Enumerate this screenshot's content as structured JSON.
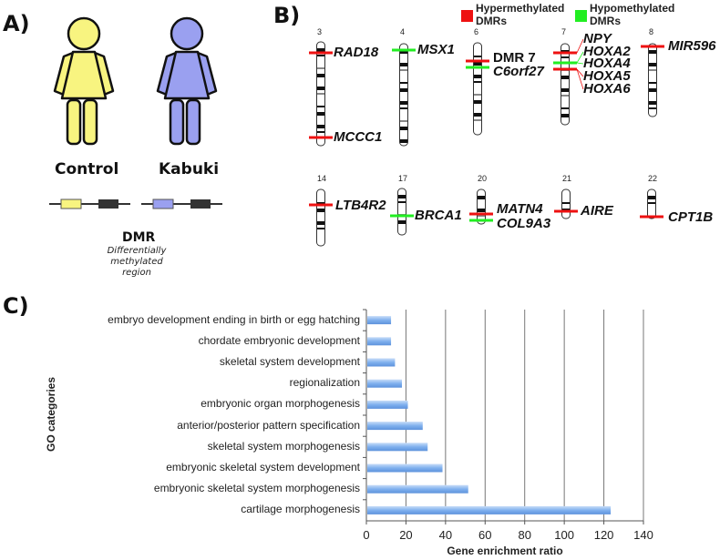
{
  "panels": {
    "a": "A)",
    "b": "B)",
    "c": "C)"
  },
  "panel_a": {
    "control_label": "Control",
    "kabuki_label": "Kabuki",
    "dmr_title": "DMR",
    "dmr_subtitle": [
      "Differentially",
      "methylated",
      "region"
    ],
    "colors": {
      "control": "#f8f480",
      "kabuki": "#9aa0f0",
      "dark_block": "#333333"
    }
  },
  "panel_b": {
    "legend": [
      {
        "label_line1": "Hypermethylated",
        "label_line2": "DMRs",
        "color": "#ee1111"
      },
      {
        "label_line1": "Hypomethylated",
        "label_line2": "DMRs",
        "color": "#22ee22"
      }
    ],
    "chromosomes": [
      {
        "number": "3",
        "markers": [
          {
            "gene": "RAD18",
            "type": "hyper"
          },
          {
            "gene": "MCCC1",
            "type": "hyper"
          }
        ]
      },
      {
        "number": "4",
        "markers": [
          {
            "gene": "MSX1",
            "type": "hypo"
          }
        ]
      },
      {
        "number": "6",
        "markers": [
          {
            "gene": "DMR 7",
            "type": "hyper"
          },
          {
            "gene": "C6orf27",
            "type": "hypo"
          }
        ]
      },
      {
        "number": "7",
        "markers": [
          {
            "gene": "NPY",
            "type": "hyper"
          },
          {
            "gene": "HOXA2",
            "type": "hypo"
          },
          {
            "gene": "HOXA4",
            "type": "hypo"
          },
          {
            "gene": "HOXA5",
            "type": "hyper"
          },
          {
            "gene": "HOXA6",
            "type": "hyper"
          }
        ]
      },
      {
        "number": "8",
        "markers": [
          {
            "gene": "MIR596",
            "type": "hyper"
          }
        ]
      },
      {
        "number": "14",
        "markers": [
          {
            "gene": "LTB4R2",
            "type": "hyper"
          }
        ]
      },
      {
        "number": "17",
        "markers": [
          {
            "gene": "BRCA1",
            "type": "hypo"
          }
        ]
      },
      {
        "number": "20",
        "markers": [
          {
            "gene": "MATN4",
            "type": "hyper"
          },
          {
            "gene": "COL9A3",
            "type": "hypo"
          }
        ]
      },
      {
        "number": "21",
        "markers": [
          {
            "gene": "AIRE",
            "type": "hyper"
          }
        ]
      },
      {
        "number": "22",
        "markers": [
          {
            "gene": "CPT1B",
            "type": "hyper"
          }
        ]
      }
    ]
  },
  "chart_data": {
    "type": "bar",
    "orientation": "horizontal",
    "categories": [
      "embryo development ending in birth or egg hatching",
      "chordate embryonic development",
      "skeletal system development",
      "regionalization",
      "embryonic organ morphogenesis",
      "anterior/posterior pattern specification",
      "skeletal system morphogenesis",
      "embryonic skeletal system development",
      "embryonic skeletal system morphogenesis",
      "cartilage morphogenesis"
    ],
    "values": [
      12,
      12,
      14,
      17.5,
      20.5,
      28,
      30.5,
      38,
      51,
      123
    ],
    "xlabel": "Gene enrichment ratio",
    "ylabel": "GO categories",
    "xlim": [
      0,
      140
    ],
    "xticks": [
      "0",
      "20",
      "40",
      "60",
      "80",
      "100",
      "120",
      "140"
    ],
    "grid": "vertical",
    "bar_color": "#7fb0ee"
  }
}
